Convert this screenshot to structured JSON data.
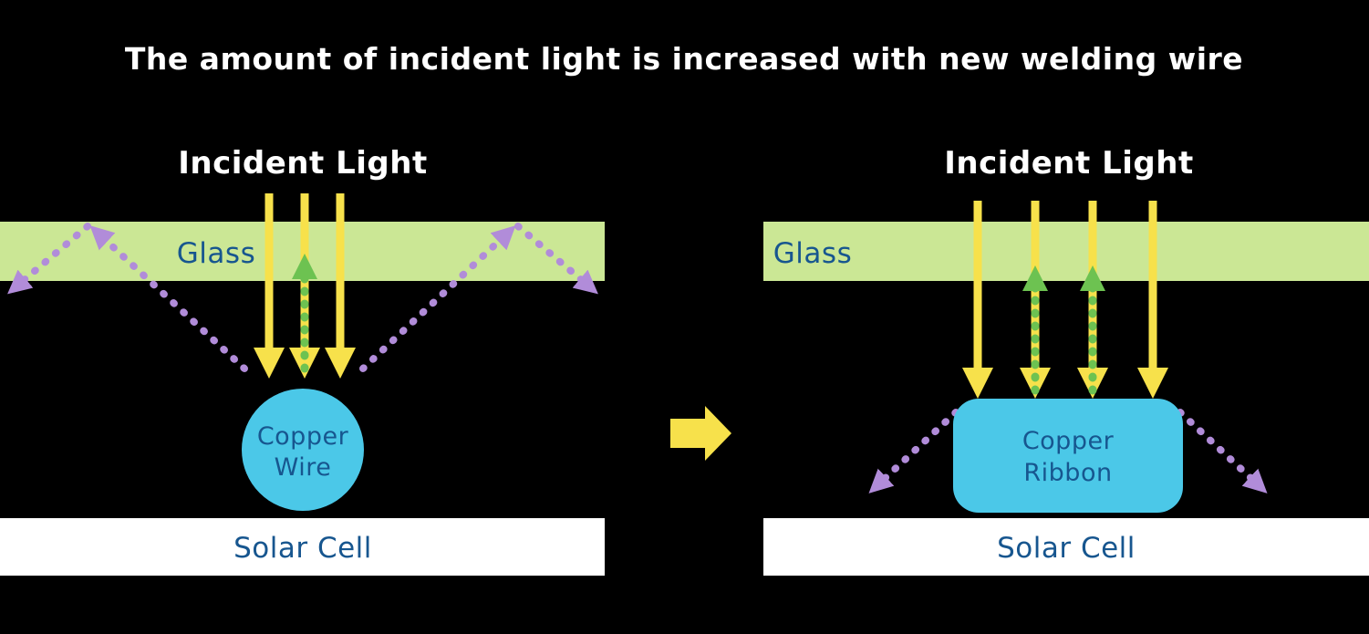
{
  "title": "The amount of incident light is increased with new welding wire",
  "colors": {
    "background": "#000000",
    "title_text": "#FFFFFF",
    "glass": "#CBE795",
    "incident_ray_yellow": "#F7E14B",
    "reflected_ray_green": "#6DC251",
    "scattered_ray_purple": "#B18CD9",
    "copper_cyan": "#4BC8E8",
    "solar_cell": "#FFFFFF",
    "label_blue": "#17568F"
  },
  "left_panel": {
    "incident_light_label": "Incident Light",
    "glass_label": "Glass",
    "copper_label": [
      "Copper",
      "Wire"
    ],
    "solar_cell_label": "Solar Cell"
  },
  "right_panel": {
    "incident_light_label": "Incident Light",
    "glass_label": "Glass",
    "copper_label": [
      "Copper",
      "Ribbon"
    ],
    "solar_cell_label": "Solar Cell"
  }
}
